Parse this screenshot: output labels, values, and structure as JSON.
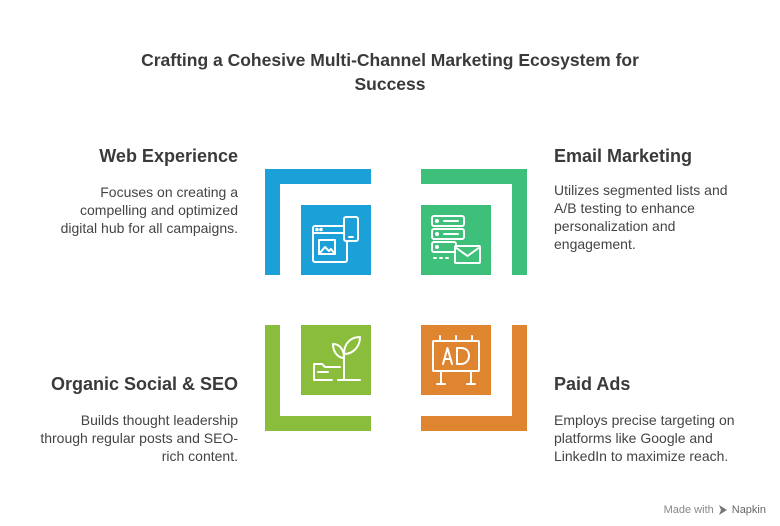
{
  "title": {
    "line1": "Crafting a Cohesive Multi-Channel Marketing Ecosystem for",
    "line2": "Success"
  },
  "quadrants": {
    "web": {
      "heading": "Web Experience",
      "desc": [
        "Focuses on creating a",
        "compelling and optimized",
        "digital hub for all campaigns."
      ],
      "color": "#1ba1d8",
      "icon": "web-device-icon"
    },
    "email": {
      "heading": "Email Marketing",
      "desc": [
        "Utilizes segmented lists and",
        "A/B testing to enhance",
        "personalization and",
        "engagement."
      ],
      "color": "#3ebf7a",
      "icon": "server-email-icon"
    },
    "social": {
      "heading": "Organic Social & SEO",
      "desc": [
        "Builds thought leadership",
        "through regular posts and SEO-",
        "rich content."
      ],
      "color": "#8bbd3c",
      "icon": "sprout-folder-icon"
    },
    "paid": {
      "heading": "Paid Ads",
      "desc": [
        "Employs precise targeting on",
        "platforms like Google and",
        "LinkedIn to maximize reach."
      ],
      "color": "#e0852f",
      "icon": "billboard-ad-icon"
    }
  },
  "footer": {
    "made_with": "Made with",
    "brand": "Napkin"
  }
}
